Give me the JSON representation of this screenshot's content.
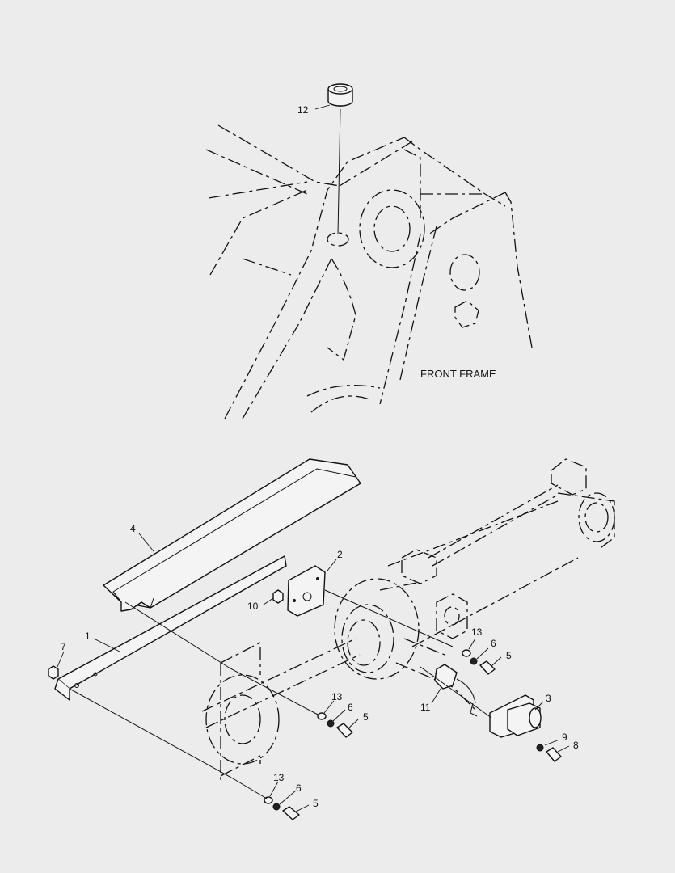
{
  "labels": {
    "front_frame": "FRONT FRAME"
  },
  "callouts": {
    "c12": "12",
    "c4": "4",
    "c2": "2",
    "c10": "10",
    "c1": "1",
    "c7": "7",
    "c13a": "13",
    "c6a": "6",
    "c5a": "5",
    "c11": "11",
    "c3": "3",
    "c13b": "13",
    "c6b": "6",
    "c5b": "5",
    "c9": "9",
    "c8": "8",
    "c13c": "13",
    "c6c": "6",
    "c5c": "5"
  }
}
